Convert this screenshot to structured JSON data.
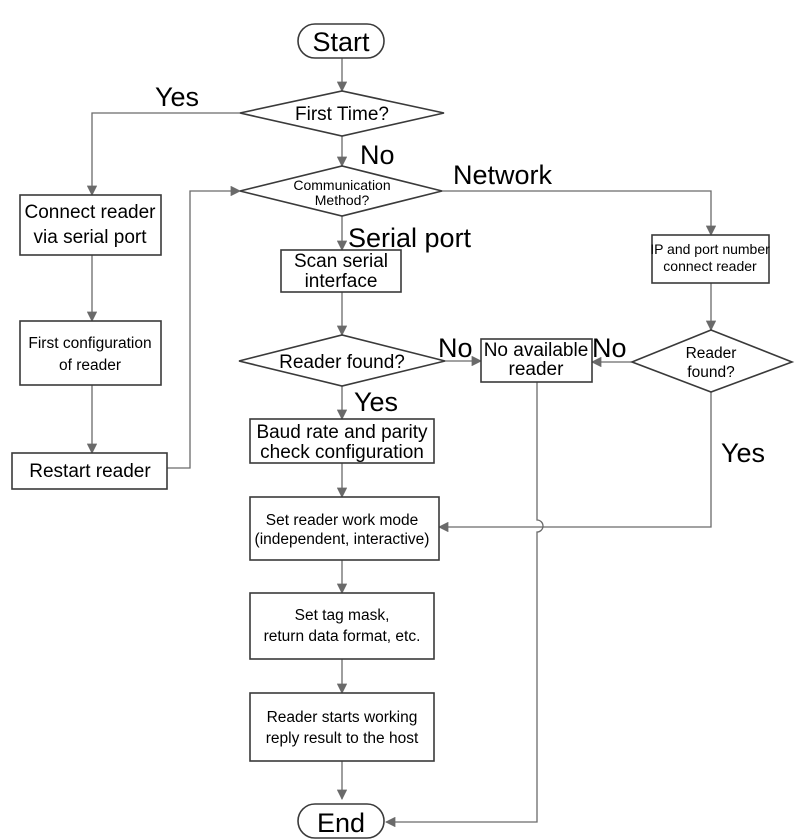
{
  "nodes": {
    "start": "Start",
    "first_time": "First Time?",
    "comm_method": [
      "Communication",
      "Method?"
    ],
    "connect_serial": [
      "Connect reader",
      "via serial port"
    ],
    "first_config": [
      "First configuration",
      "of reader"
    ],
    "restart": "Restart reader",
    "scan_serial": [
      "Scan serial",
      "interface"
    ],
    "reader_found_serial": "Reader found?",
    "no_available": [
      "No available",
      "reader"
    ],
    "ip_port": [
      "IP and port number",
      "connect reader"
    ],
    "reader_found_net": [
      "Reader",
      "found?"
    ],
    "baud_rate": [
      "Baud rate and parity",
      "check configuration"
    ],
    "work_mode": [
      "Set reader work mode",
      "(independent, interactive)"
    ],
    "tag_mask": [
      "Set tag mask,",
      "return data format, etc."
    ],
    "starts_working": [
      "Reader starts working",
      "reply result to the host"
    ],
    "end": "End"
  },
  "edge_labels": {
    "yes_first": "Yes",
    "no_first": "No",
    "network": "Network",
    "serial_port": "Serial port",
    "no_serial": "No",
    "yes_serial": "Yes",
    "no_net": "No",
    "yes_net": "Yes"
  },
  "colors": {
    "shape_stroke": "#3a3a3a",
    "connector": "#6a6a6a",
    "text": "#000000"
  }
}
